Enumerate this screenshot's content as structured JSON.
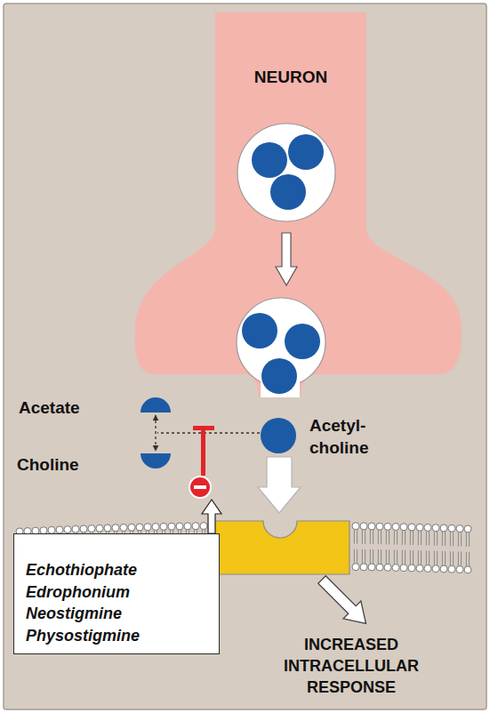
{
  "diagram": {
    "nodes": [
      {
        "text": [
          "NEURON"
        ]
      },
      {
        "text": [
          "Acetate"
        ]
      },
      {
        "text": [
          "Choline"
        ]
      },
      {
        "text": [
          "Acetyl- choline"
        ]
      },
      {
        "text": [
          "Echothiophate",
          "Edrophonium",
          "Neostigmine",
          "Physostigmine"
        ]
      }
    ],
    "edges": [
      {
        "from": 1,
        "to": 2,
        "arrow": "both"
      }
    ],
    "labels": [
      "INCREASED INTRACELLULAR RESPONSE"
    ]
  }
}
